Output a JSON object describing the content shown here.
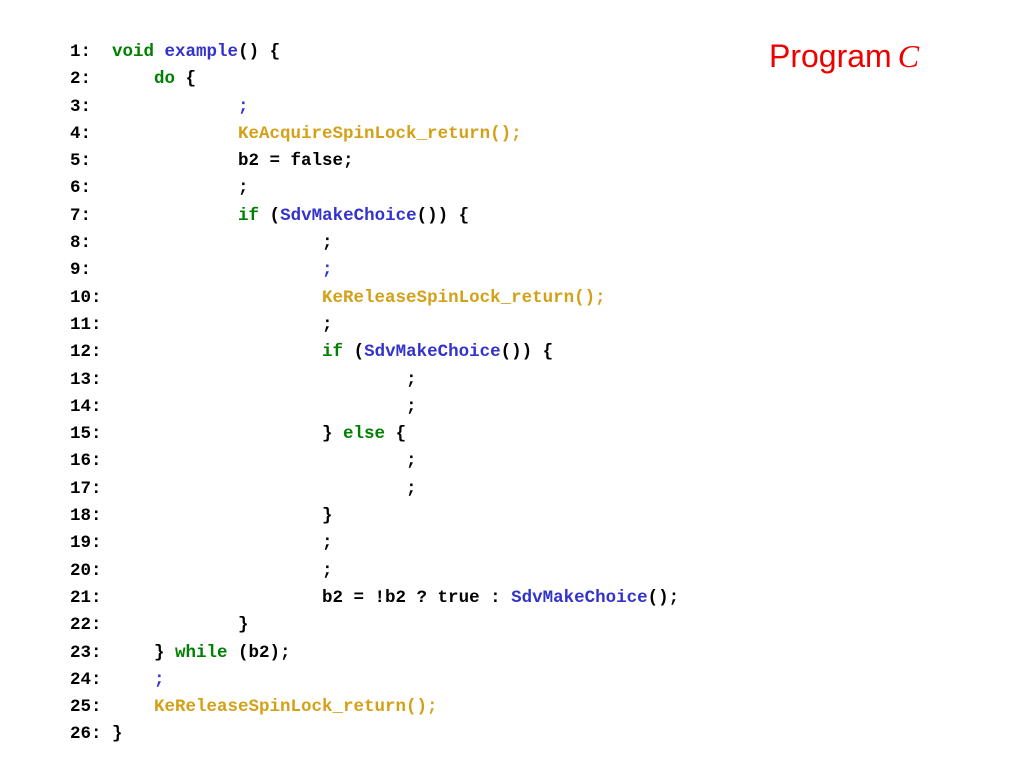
{
  "title": {
    "text": "Program",
    "variable": "C"
  },
  "colors": {
    "title": "#ee0000",
    "keyword": "#008000",
    "function": "#3333cc",
    "call": "#d4a017",
    "text": "#000000"
  },
  "code": [
    {
      "tokens": [
        {
          "t": "1:  ",
          "k": "plain"
        },
        {
          "t": "void",
          "k": "keyword"
        },
        {
          "t": " ",
          "k": "plain"
        },
        {
          "t": "example",
          "k": "func"
        },
        {
          "t": "() {",
          "k": "plain"
        }
      ]
    },
    {
      "tokens": [
        {
          "t": "2:      ",
          "k": "plain"
        },
        {
          "t": "do",
          "k": "keyword"
        },
        {
          "t": " {",
          "k": "plain"
        }
      ]
    },
    {
      "tokens": [
        {
          "t": "3:              ",
          "k": "plain"
        },
        {
          "t": ";",
          "k": "blue"
        }
      ]
    },
    {
      "tokens": [
        {
          "t": "4:              ",
          "k": "plain"
        },
        {
          "t": "KeAcquireSpinLock_return();",
          "k": "call"
        }
      ]
    },
    {
      "tokens": [
        {
          "t": "5:              b2 = false;",
          "k": "plain"
        }
      ]
    },
    {
      "tokens": [
        {
          "t": "6:              ;",
          "k": "plain"
        }
      ]
    },
    {
      "tokens": [
        {
          "t": "7:              ",
          "k": "plain"
        },
        {
          "t": "if",
          "k": "keyword"
        },
        {
          "t": " (",
          "k": "plain"
        },
        {
          "t": "SdvMakeChoice",
          "k": "func"
        },
        {
          "t": "()) {",
          "k": "plain"
        }
      ]
    },
    {
      "tokens": [
        {
          "t": "8:                      ;",
          "k": "plain"
        }
      ]
    },
    {
      "tokens": [
        {
          "t": "9:                      ",
          "k": "plain"
        },
        {
          "t": ";",
          "k": "blue"
        }
      ]
    },
    {
      "tokens": [
        {
          "t": "10:                     ",
          "k": "plain"
        },
        {
          "t": "KeReleaseSpinLock_return();",
          "k": "call"
        }
      ]
    },
    {
      "tokens": [
        {
          "t": "11:                     ;",
          "k": "plain"
        }
      ]
    },
    {
      "tokens": [
        {
          "t": "12:                     ",
          "k": "plain"
        },
        {
          "t": "if",
          "k": "keyword"
        },
        {
          "t": " (",
          "k": "plain"
        },
        {
          "t": "SdvMakeChoice",
          "k": "func"
        },
        {
          "t": "()) {",
          "k": "plain"
        }
      ]
    },
    {
      "tokens": [
        {
          "t": "13:                             ;",
          "k": "plain"
        }
      ]
    },
    {
      "tokens": [
        {
          "t": "14:                             ;",
          "k": "plain"
        }
      ]
    },
    {
      "tokens": [
        {
          "t": "15:                     } ",
          "k": "plain"
        },
        {
          "t": "else",
          "k": "keyword"
        },
        {
          "t": " {",
          "k": "plain"
        }
      ]
    },
    {
      "tokens": [
        {
          "t": "16:                             ;",
          "k": "plain"
        }
      ]
    },
    {
      "tokens": [
        {
          "t": "17:                             ;",
          "k": "plain"
        }
      ]
    },
    {
      "tokens": [
        {
          "t": "18:                     }",
          "k": "plain"
        }
      ]
    },
    {
      "tokens": [
        {
          "t": "19:                     ;",
          "k": "plain"
        }
      ]
    },
    {
      "tokens": [
        {
          "t": "20:                     ;",
          "k": "plain"
        }
      ]
    },
    {
      "tokens": [
        {
          "t": "21:                     b2 = !b2 ? true : ",
          "k": "plain"
        },
        {
          "t": "SdvMakeChoice",
          "k": "func"
        },
        {
          "t": "();",
          "k": "plain"
        }
      ]
    },
    {
      "tokens": [
        {
          "t": "22:             }",
          "k": "plain"
        }
      ]
    },
    {
      "tokens": [
        {
          "t": "23:     } ",
          "k": "plain"
        },
        {
          "t": "while",
          "k": "keyword"
        },
        {
          "t": " (b2);",
          "k": "plain"
        }
      ]
    },
    {
      "tokens": [
        {
          "t": "24:     ",
          "k": "plain"
        },
        {
          "t": ";",
          "k": "blue"
        }
      ]
    },
    {
      "tokens": [
        {
          "t": "25:     ",
          "k": "plain"
        },
        {
          "t": "KeReleaseSpinLock_return();",
          "k": "call"
        }
      ]
    },
    {
      "tokens": [
        {
          "t": "26: }",
          "k": "plain"
        }
      ]
    }
  ]
}
